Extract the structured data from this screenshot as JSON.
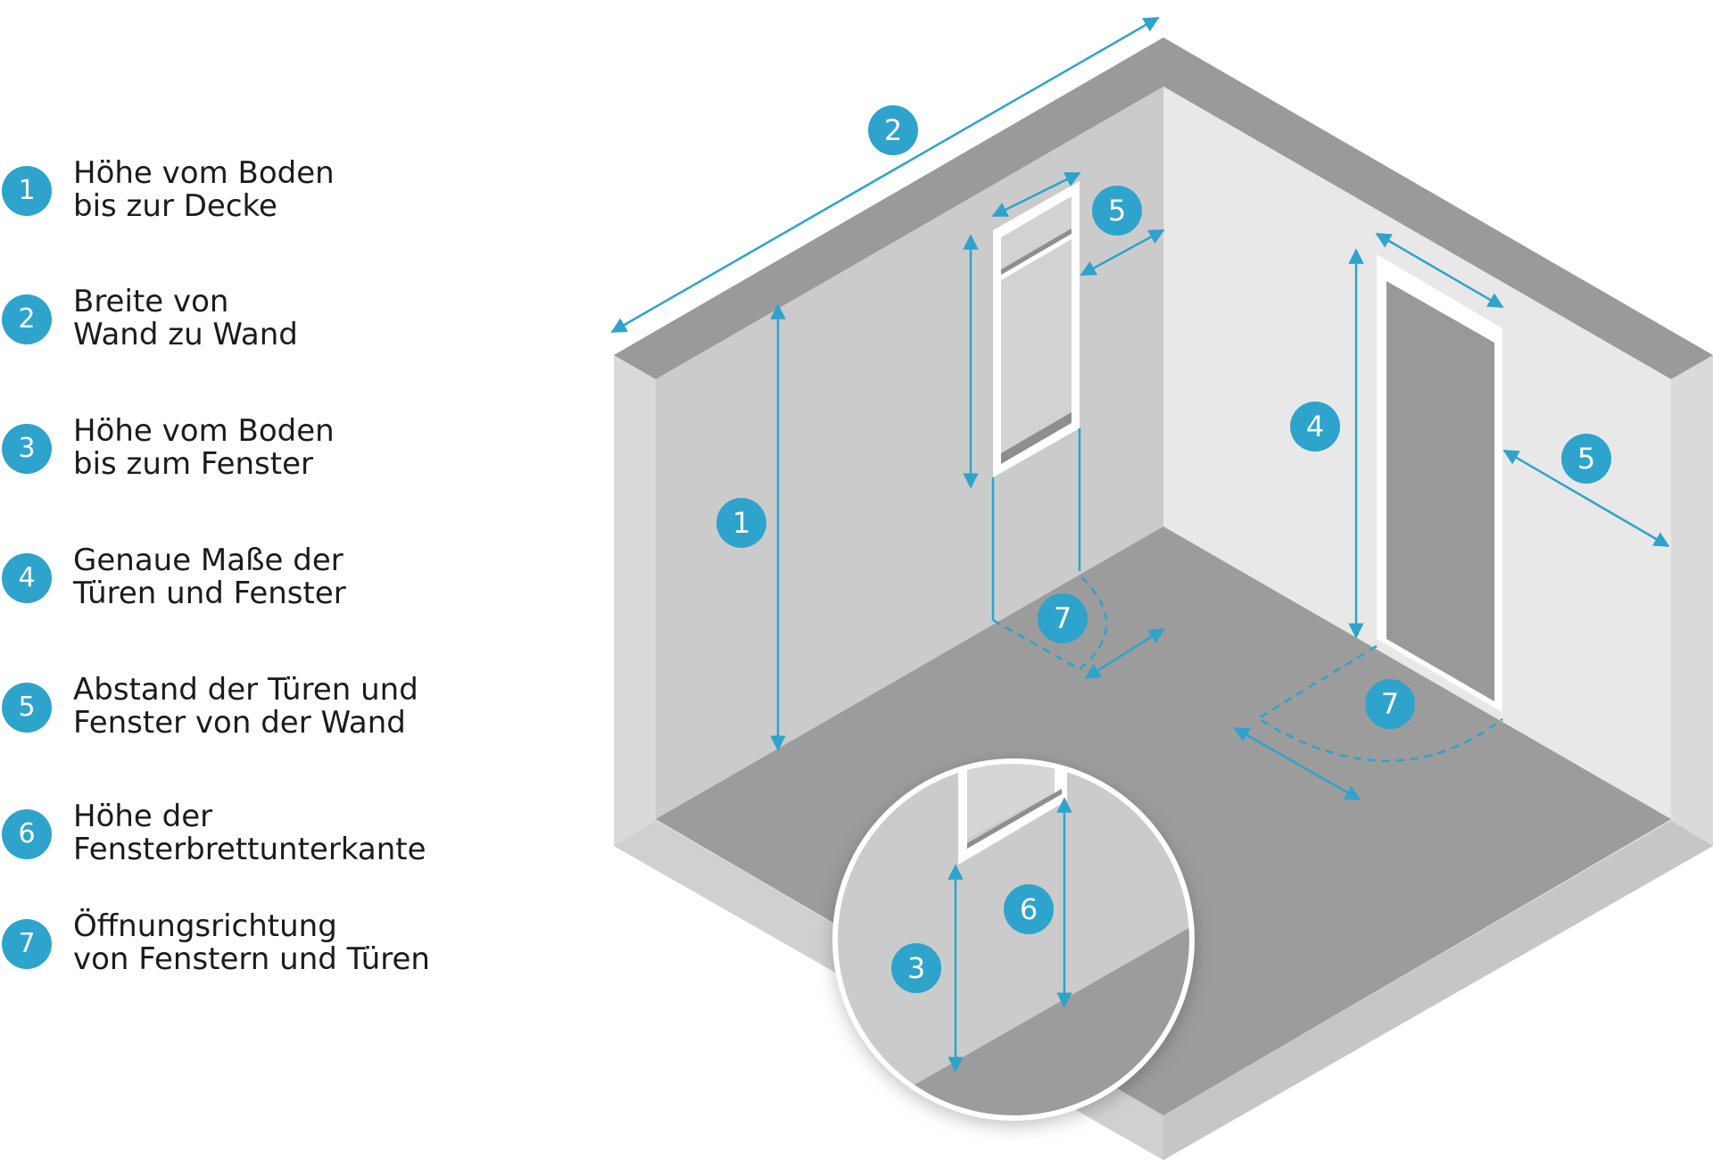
{
  "legend": {
    "items": [
      {
        "number": "1",
        "line1": "Höhe vom Boden",
        "line2": "bis zur Decke"
      },
      {
        "number": "2",
        "line1": "Breite von",
        "line2": "Wand zu Wand"
      },
      {
        "number": "3",
        "line1": "Höhe vom Boden",
        "line2": "bis zum Fenster"
      },
      {
        "number": "4",
        "line1": "Genaue Maße der",
        "line2": "Türen und Fenster"
      },
      {
        "number": "5",
        "line1": "Abstand der Türen und",
        "line2": "Fenster von der Wand"
      },
      {
        "number": "6",
        "line1": "Höhe der",
        "line2": "Fensterbrettunterkante"
      },
      {
        "number": "7",
        "line1": "Öffnungsrichtung",
        "line2": "von Fenstern und Türen"
      }
    ]
  },
  "diagram": {
    "callouts": {
      "c1": "1",
      "c2": "2",
      "c4": "4",
      "c5a": "5",
      "c5b": "5",
      "c7a": "7",
      "c7b": "7",
      "c3": "3",
      "c6": "6"
    }
  },
  "colors": {
    "accent": "#2ea3cb",
    "text": "#1b1b1b",
    "wall_top": "#9a9a9a",
    "left_wall": "#cbcbcb",
    "right_wall": "#e7e7e7",
    "floor": "#9c9c9c",
    "outer_wall": "#dadada",
    "door": "#9a9a9a"
  }
}
